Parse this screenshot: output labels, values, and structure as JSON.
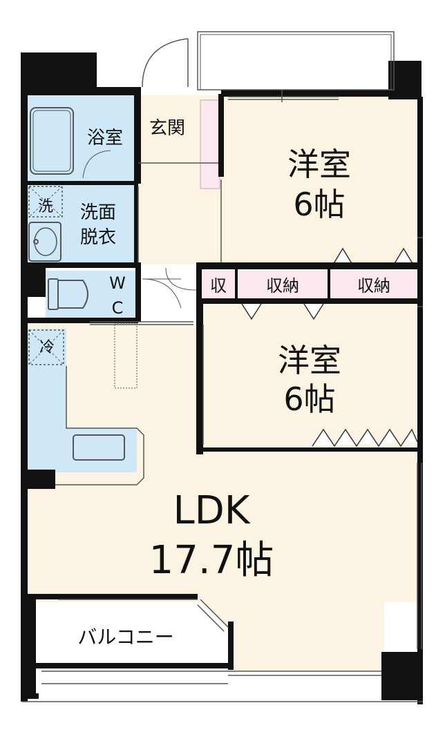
{
  "floorplan": {
    "colors": {
      "wall": "#111111",
      "floor": "#fbf4e3",
      "wet_area": "#cfe8f7",
      "storage": "#fbe7ee",
      "outline": "#555555"
    },
    "rooms": {
      "bath": "浴室",
      "entrance": "玄関",
      "washroom_line1": "洗面",
      "washroom_line2": "脱衣",
      "washer": "洗",
      "wc_line1": "W",
      "wc_line2": "C",
      "fridge": "冷",
      "western_room_1_line1": "洋室",
      "western_room_1_line2": "6帖",
      "storage_small": "収",
      "storage_1": "収納",
      "storage_2": "収納",
      "western_room_2_line1": "洋室",
      "western_room_2_line2": "6帖",
      "ldk_line1": "LDK",
      "ldk_line2": "17.7帖",
      "balcony": "バルコニー"
    }
  }
}
